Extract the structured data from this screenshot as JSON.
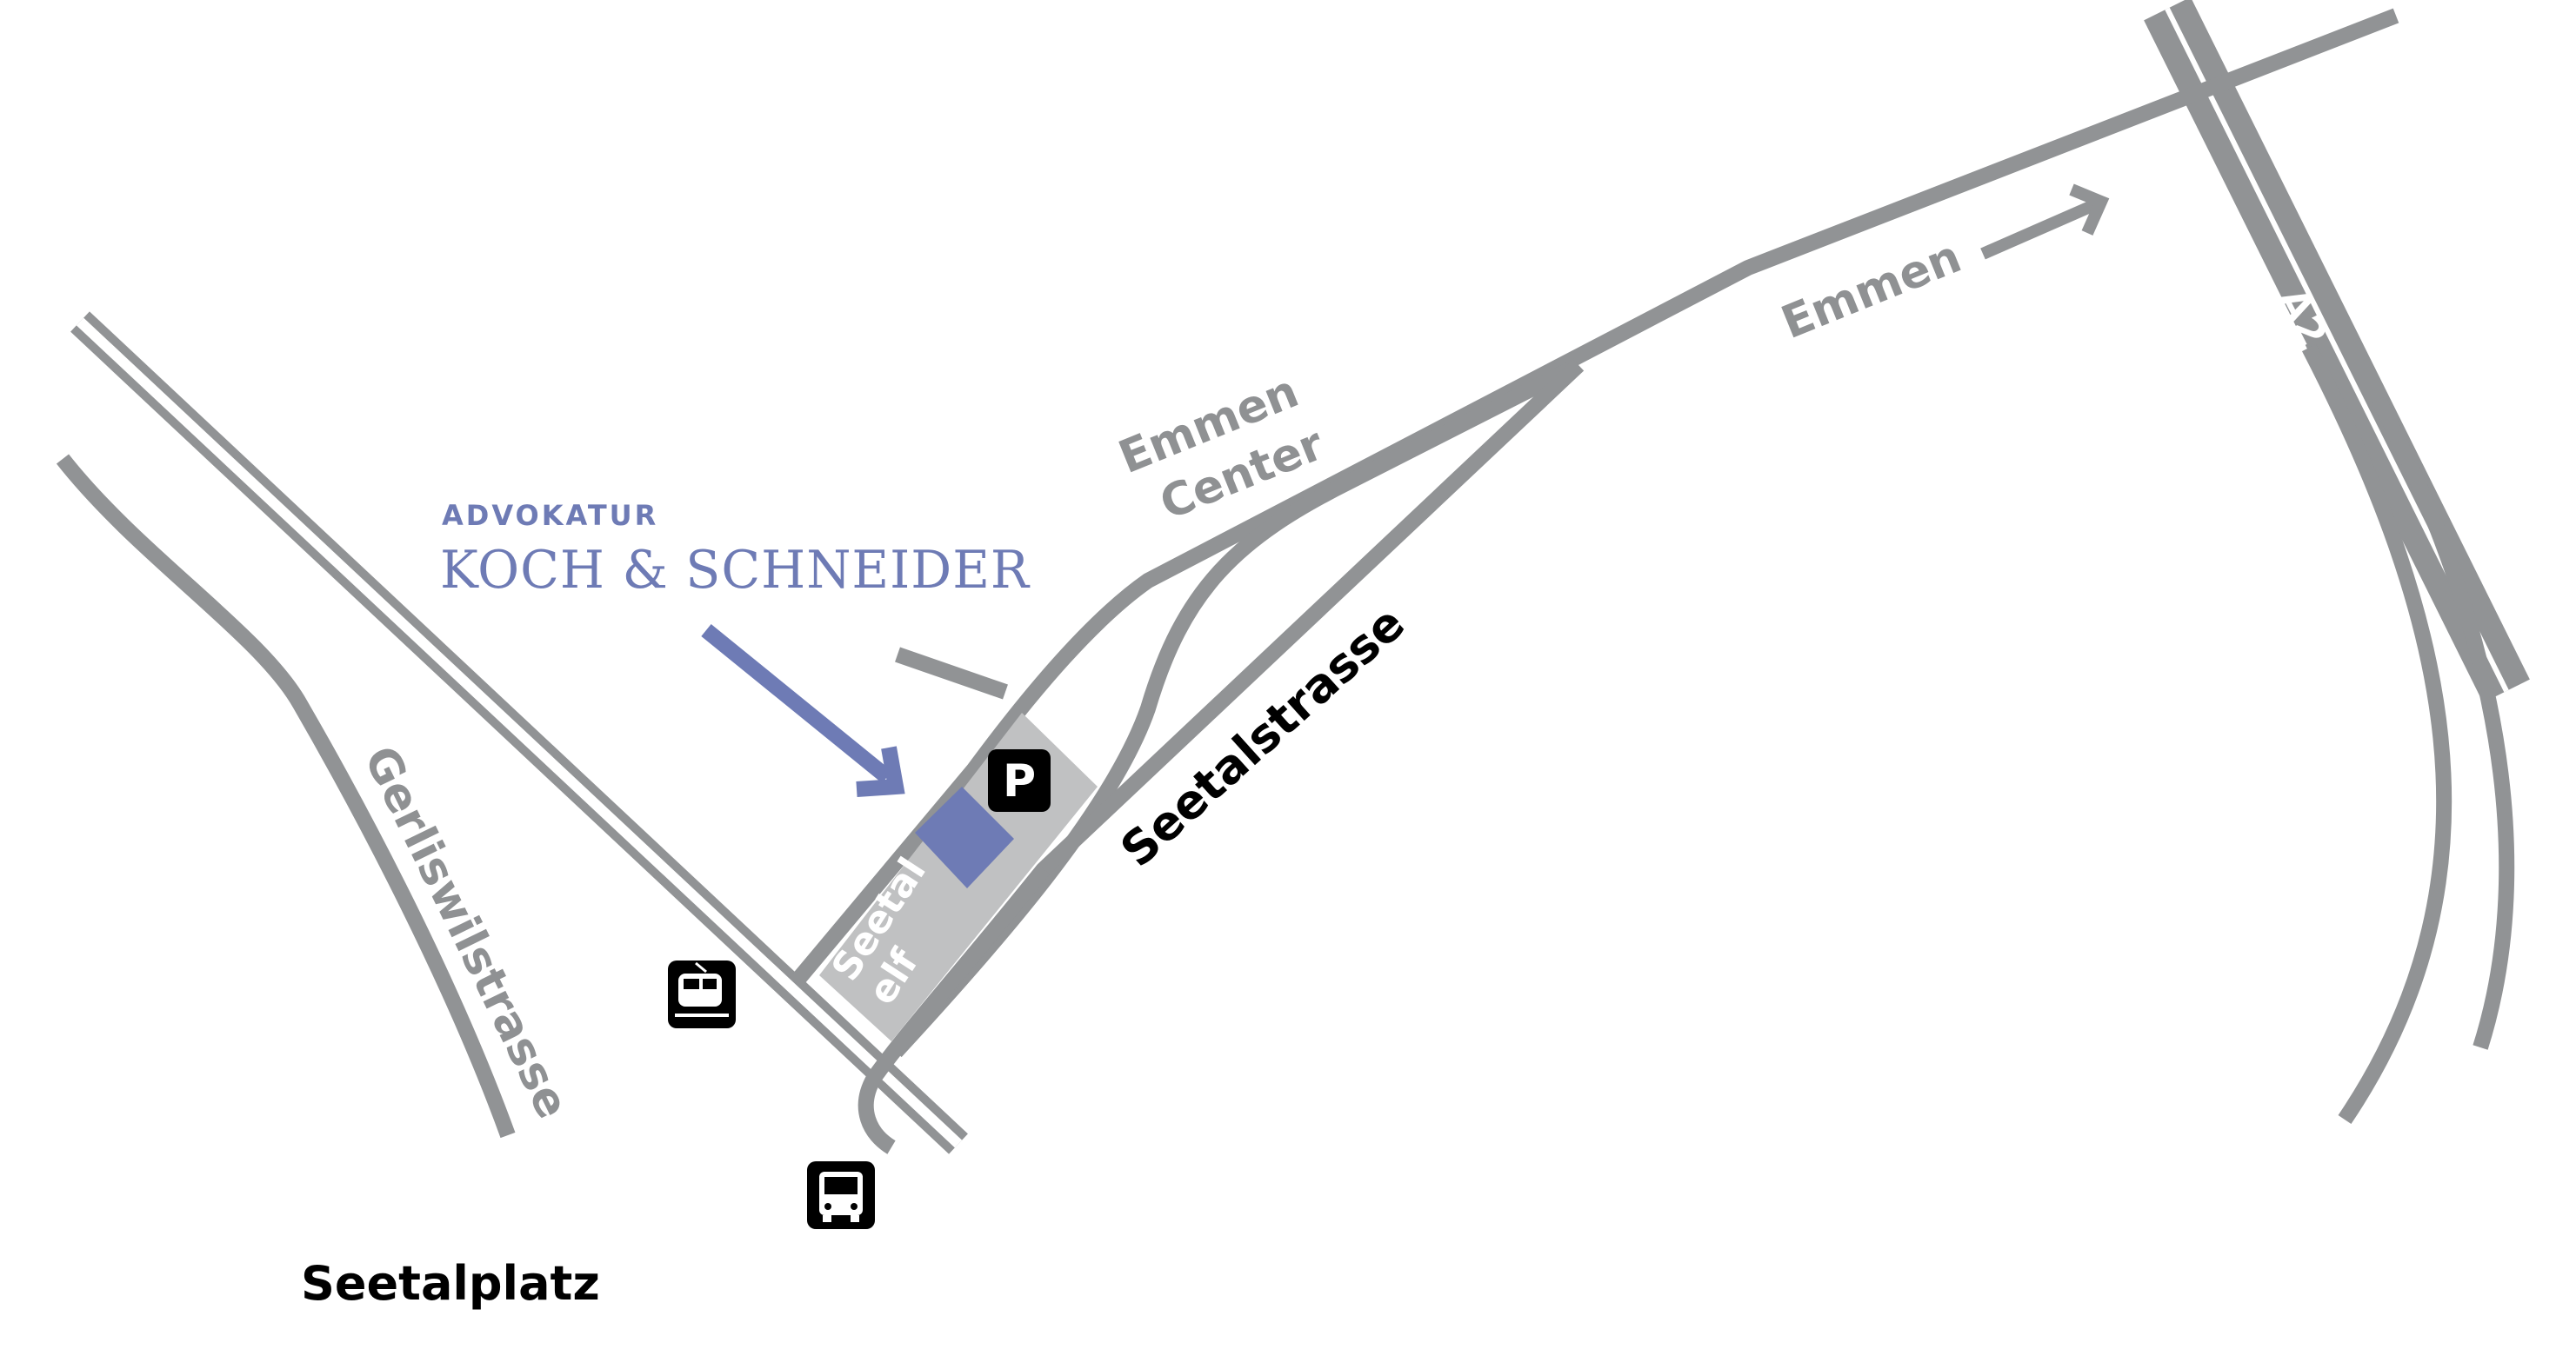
{
  "colors": {
    "road": "#919395",
    "accent": "#6e7bb5",
    "text": "#000000",
    "site_area": "#c0c1c2",
    "icon_bg": "#000000"
  },
  "firm": {
    "line1": "ADVOKATUR",
    "line2": "KOCH & SCHNEIDER"
  },
  "labels": {
    "emmen_center_line1": "Emmen",
    "emmen_center_line2": "Center",
    "emmen_direction": "Emmen",
    "a2": "A2",
    "gerliswilstrasse": "Gerliswilstrasse",
    "seetalstrasse": "Seetalstrasse",
    "seetalplatz": "Seetalplatz",
    "seetal_elf_line1": "Seetal",
    "seetal_elf_line2": "elf",
    "parking": "P"
  },
  "icons": {
    "train": "train-icon",
    "bus": "bus-icon",
    "parking": "parking-icon",
    "arrow": "arrow-icon"
  }
}
